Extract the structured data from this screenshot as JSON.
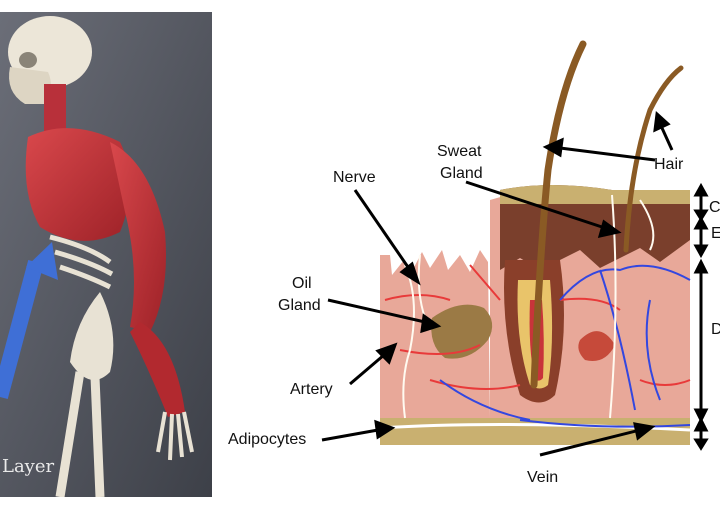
{
  "left_panel": {
    "caption": "Layer"
  },
  "labels": {
    "nerve": "Nerve",
    "sweat_gland_line1": "Sweat",
    "sweat_gland_line2": "Gland",
    "hair": "Hair",
    "oil_gland_line1": "Oil",
    "oil_gland_line2": "Gland",
    "artery": "Artery",
    "adipocytes": "Adipocytes",
    "vein": "Vein",
    "right_c": "C",
    "right_e": "E",
    "right_d": "D"
  },
  "colors": {
    "muscle": "#c8343a",
    "bone": "#e8e2d4",
    "arrow_blue": "#3f6fd6",
    "artery_red": "#e83a3a",
    "vein_blue": "#3347e0",
    "epidermis": "#7a3f2c",
    "dermis": "#e8a899",
    "fat_layer": "#c9b070"
  }
}
